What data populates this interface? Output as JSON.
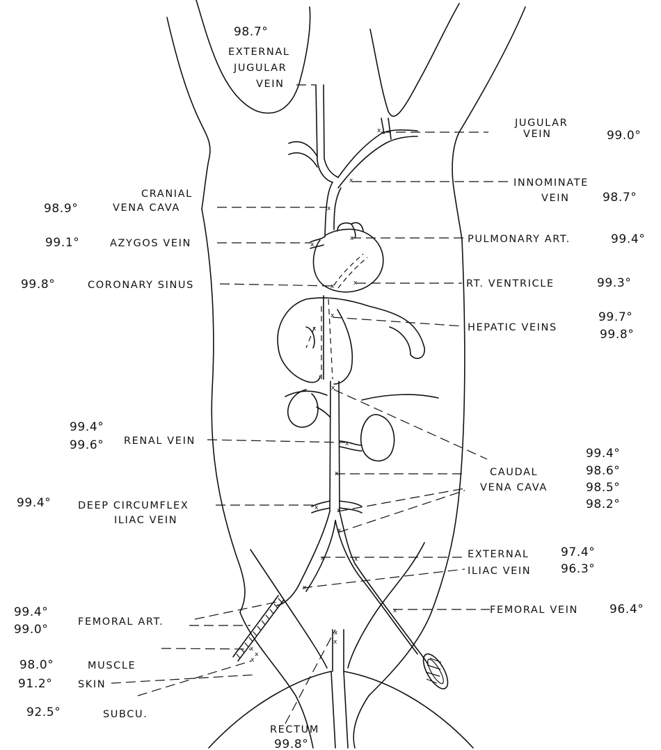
{
  "labels": {
    "ext_jugular_temp": "98.7°",
    "ext_jugular_1": "EXTERNAL",
    "ext_jugular_2": "JUGULAR",
    "ext_jugular_3": "VEIN",
    "jugular_1": "JUGULAR",
    "jugular_2": "VEIN",
    "jugular_temp": "99.0°",
    "innominate_1": "INNOMINATE",
    "innominate_2": "VEIN",
    "innominate_temp": "98.7°",
    "cranial_1": "CRANIAL",
    "cranial_2": "VENA CAVA",
    "cranial_temp": "98.9°",
    "azygos": "AZYGOS VEIN",
    "azygos_temp": "99.1°",
    "pulmonary": "PULMONARY ART.",
    "pulmonary_temp": "99.4°",
    "coronary": "CORONARY SINUS",
    "coronary_temp": "99.8°",
    "rt_ventricle": "RT. VENTRICLE",
    "rt_ventricle_temp": "99.3°",
    "hepatic": "HEPATIC VEINS",
    "hepatic_temp_1": "99.7°",
    "hepatic_temp_2": "99.8°",
    "renal": "RENAL VEIN",
    "renal_temp_1": "99.4°",
    "renal_temp_2": "99.6°",
    "caudal_1": "CAUDAL",
    "caudal_2": "VENA CAVA",
    "caudal_temp_1": "99.4°",
    "caudal_temp_2": "98.6°",
    "caudal_temp_3": "98.5°",
    "caudal_temp_4": "98.2°",
    "deep_circ_1": "DEEP CIRCUMFLEX",
    "deep_circ_2": "ILIAC VEIN",
    "deep_circ_temp": "99.4°",
    "ext_iliac_1": "EXTERNAL",
    "ext_iliac_2": "ILIAC VEIN",
    "ext_iliac_temp_1": "97.4°",
    "ext_iliac_temp_2": "96.3°",
    "femoral_art": "FEMORAL ART.",
    "femoral_art_temp_1": "99.4°",
    "femoral_art_temp_2": "99.0°",
    "femoral_vein": "FEMORAL VEIN",
    "femoral_vein_temp": "96.4°",
    "muscle": "MUSCLE",
    "muscle_temp": "98.0°",
    "skin": "SKIN",
    "skin_temp": "91.2°",
    "subcu": "SUBCU.",
    "subcu_temp": "92.5°",
    "rectum": "RECTUM",
    "rectum_temp": "99.8°"
  }
}
